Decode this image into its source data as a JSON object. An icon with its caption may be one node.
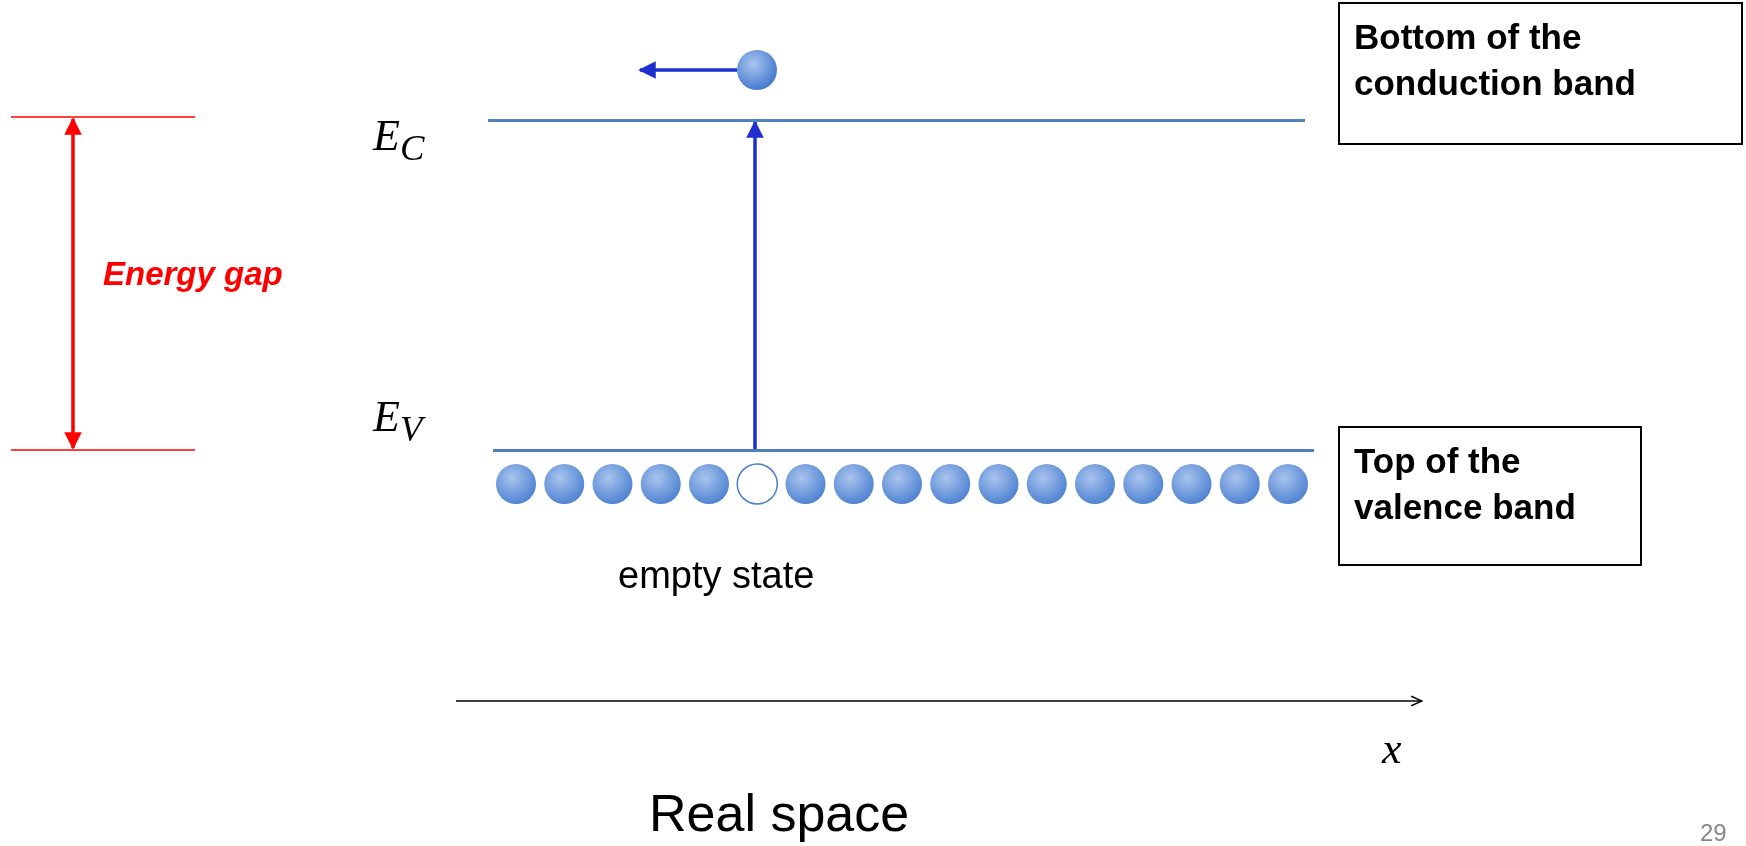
{
  "diagram": {
    "nodes": [
      {
        "text": [],
        "shape": "circle"
      },
      {
        "text": [
          "Bottom of the conduction band"
        ]
      },
      {
        "text": [],
        "shape": "bar"
      },
      {
        "text": [],
        "shape": "bar"
      },
      {
        "text": [
          "Top of the valence band"
        ]
      }
    ],
    "edges": [
      {
        "from": 0,
        "to": null,
        "arrow": "to"
      },
      {
        "from": 3,
        "to": 2,
        "arrow": "to"
      }
    ],
    "labels": [
      "E$_{C}$",
      "Energy gap",
      "E$_{V}$",
      "empty state",
      "x",
      "Real space",
      "29"
    ]
  }
}
